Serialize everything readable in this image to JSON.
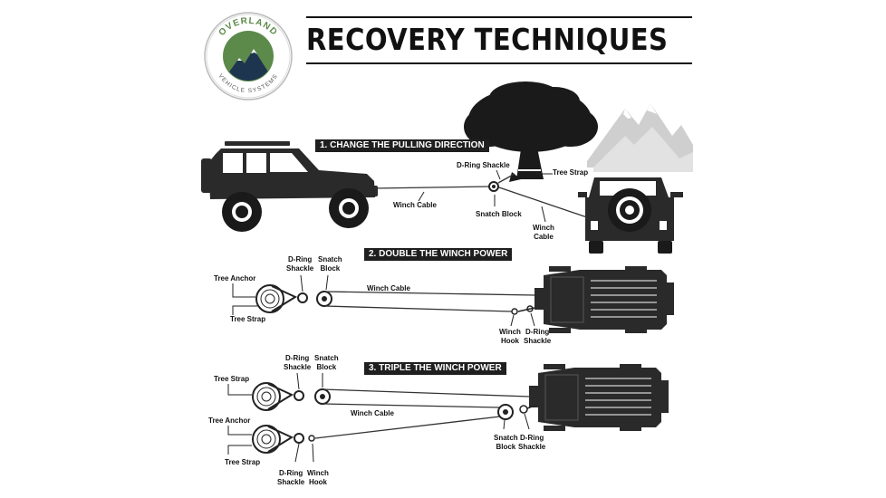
{
  "brand": {
    "logo_top_text": "OVERLAND",
    "logo_bottom_text": "VEHICLE SYSTEMS"
  },
  "title": "RECOVERY TECHNIQUES",
  "colors": {
    "ink": "#1f1f1f",
    "logo_green": "#5c8a4a",
    "logo_navy": "#1e3550",
    "mountain_gray": "#c9c9c9",
    "step_badge_bg": "#1f1f1f",
    "step_badge_text": "#ffffff"
  },
  "section1": {
    "step": "1. CHANGE THE PULLING DIRECTION",
    "labels": {
      "d_ring_shackle": "D-Ring Shackle",
      "tree_strap": "Tree Strap",
      "winch_cable_1": "Winch Cable",
      "snatch_block": "Snatch Block",
      "winch_cable_2_l1": "Winch",
      "winch_cable_2_l2": "Cable"
    }
  },
  "section2": {
    "step": "2. DOUBLE THE WINCH POWER",
    "labels": {
      "tree_anchor": "Tree Anchor",
      "tree_strap": "Tree Strap",
      "d_ring_shackle_l1": "D-Ring",
      "d_ring_shackle_l2": "Shackle",
      "snatch_block_l1": "Snatch",
      "snatch_block_l2": "Block",
      "winch_cable": "Winch Cable",
      "winch_hook_l1": "Winch",
      "winch_hook_l2": "Hook",
      "d_ring_shackle2_l1": "D-Ring",
      "d_ring_shackle2_l2": "Shackle"
    }
  },
  "section3": {
    "step": "3. TRIPLE THE WINCH POWER",
    "labels": {
      "tree_strap_top": "Tree Strap",
      "d_ring_shackle_l1": "D-Ring",
      "d_ring_shackle_l2": "Shackle",
      "snatch_block_l1": "Snatch",
      "snatch_block_l2": "Block",
      "winch_cable": "Winch Cable",
      "tree_anchor": "Tree Anchor",
      "tree_strap_bottom": "Tree Strap",
      "d_ring_shackle_b_l1": "D-Ring",
      "d_ring_shackle_b_l2": "Shackle",
      "winch_hook_l1": "Winch",
      "winch_hook_l2": "Hook",
      "snatch_block_r_l1": "Snatch",
      "snatch_block_r_l2": "Block",
      "d_ring_shackle_r_l1": "D-Ring",
      "d_ring_shackle_r_l2": "Shackle"
    }
  }
}
